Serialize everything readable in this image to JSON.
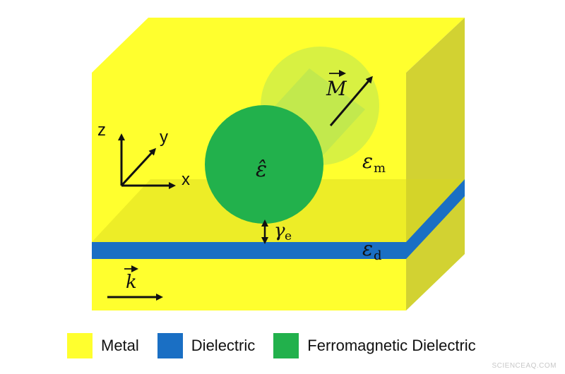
{
  "colors": {
    "metal": "#ffff2e",
    "metal_side": "#d2d232",
    "dielectric": "#1a6fc4",
    "ferromagnetic": "#22b14c"
  },
  "labels": {
    "axis_z": "z",
    "axis_y": "y",
    "axis_x": "x",
    "epsilon_hat": "ε̂",
    "epsilon_m": "ε",
    "epsilon_m_sub": "m",
    "epsilon_d": "ε",
    "epsilon_d_sub": "d",
    "gamma": "γ",
    "gamma_sub": "e",
    "magnetization": "M",
    "wavevector": "k"
  },
  "legend": {
    "metal": "Metal",
    "dielectric": "Dielectric",
    "ferromagnetic": "Ferromagnetic Dielectric"
  },
  "watermark": "SCIENCEAQ.COM"
}
